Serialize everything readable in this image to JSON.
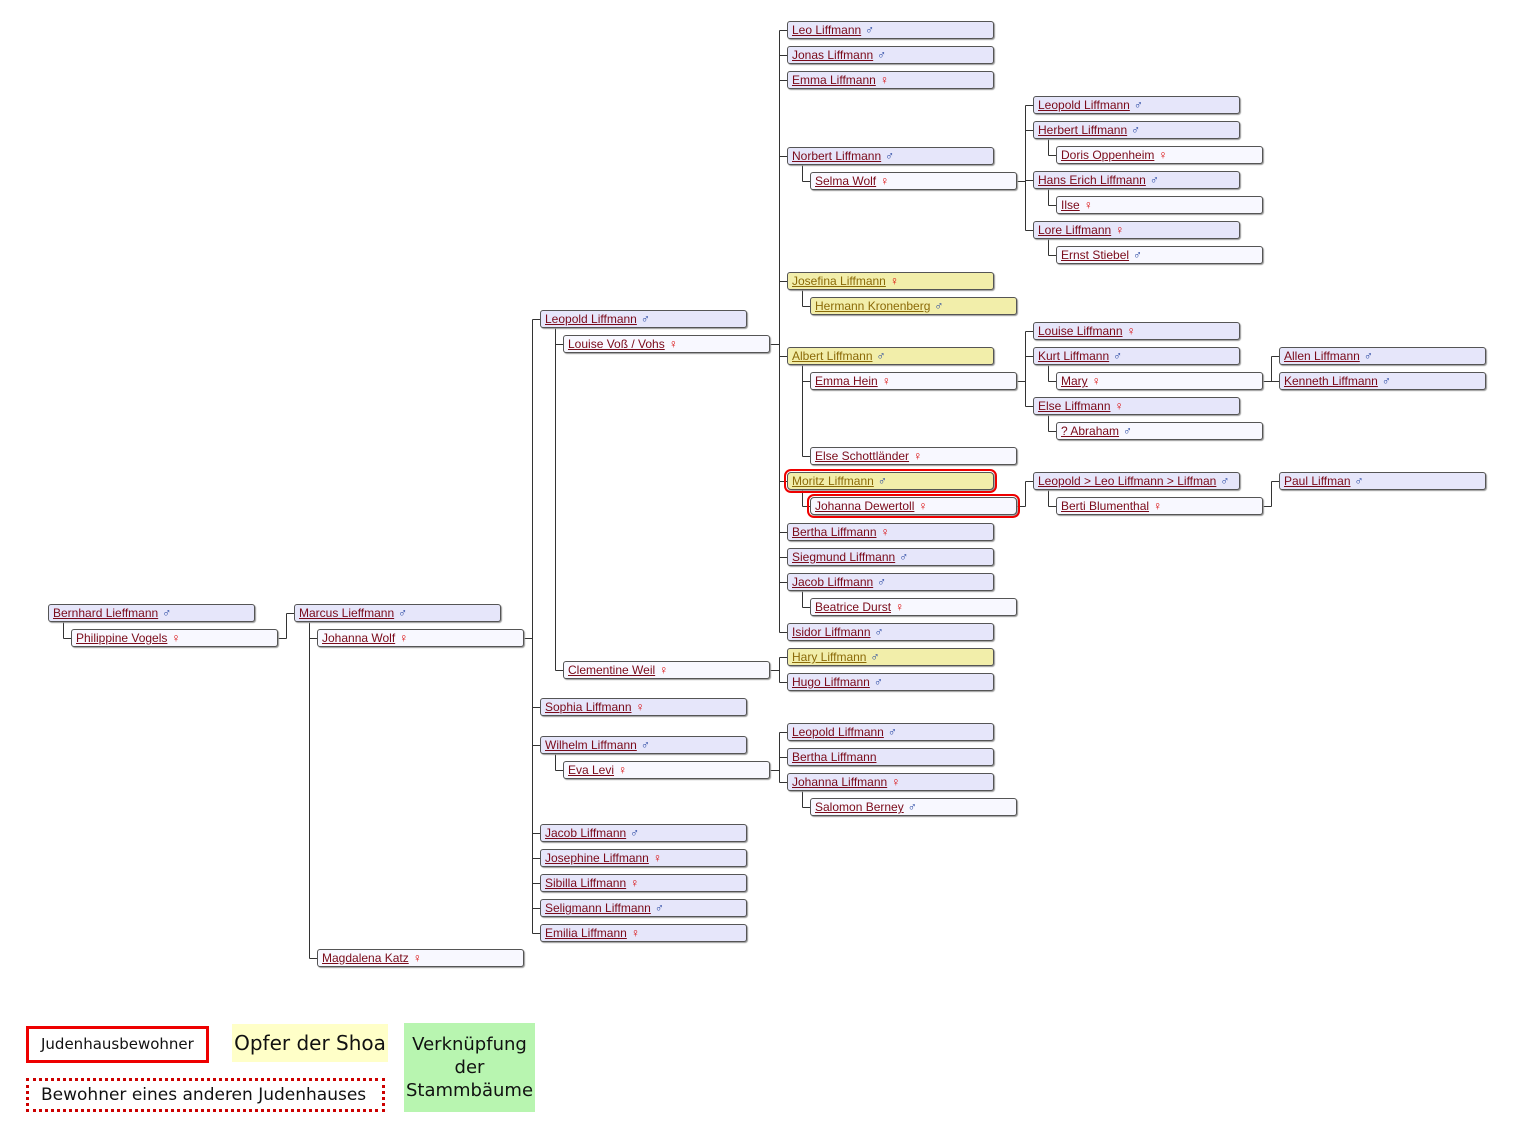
{
  "colors": {
    "relative_box": "#e6e6fa",
    "spouse_box": "#f8f8ff",
    "shoa_box": "#f2eeaa",
    "judenhaus_border": "#e00000",
    "link_text": "#7a0a1a",
    "male_symbol": "#1a3c9c",
    "female_symbol": "#d80000",
    "linkage_legend": "#b8f5b0"
  },
  "gender_symbols": {
    "m": "♂",
    "f": "♀"
  },
  "persons": [
    {
      "id": "p1",
      "name": "Bernhard Lieffmann",
      "gender": "m",
      "role": "relative"
    },
    {
      "id": "p2",
      "name": "Philippine Vogels",
      "gender": "f",
      "role": "spouse"
    },
    {
      "id": "p3",
      "name": "Marcus Lieffmann",
      "gender": "m",
      "role": "relative"
    },
    {
      "id": "p4",
      "name": "Johanna Wolf",
      "gender": "f",
      "role": "spouse"
    },
    {
      "id": "p5",
      "name": "Magdalena Katz",
      "gender": "f",
      "role": "spouse"
    },
    {
      "id": "p6",
      "name": "Leopold Liffmann",
      "gender": "m",
      "role": "relative"
    },
    {
      "id": "p7",
      "name": "Louise Voß / Vohs",
      "gender": "f",
      "role": "spouse"
    },
    {
      "id": "p8",
      "name": "Clementine Weil",
      "gender": "f",
      "role": "spouse"
    },
    {
      "id": "p9",
      "name": "Sophia Liffmann",
      "gender": "f",
      "role": "relative"
    },
    {
      "id": "p10",
      "name": "Wilhelm Liffmann",
      "gender": "m",
      "role": "relative"
    },
    {
      "id": "p11",
      "name": "Eva Levi",
      "gender": "f",
      "role": "spouse"
    },
    {
      "id": "p12",
      "name": "Jacob Liffmann",
      "gender": "m",
      "role": "relative"
    },
    {
      "id": "p13",
      "name": "Josephine Liffmann",
      "gender": "f",
      "role": "relative"
    },
    {
      "id": "p14",
      "name": "Sibilla Liffmann",
      "gender": "f",
      "role": "relative"
    },
    {
      "id": "p15",
      "name": "Seligmann Liffmann",
      "gender": "m",
      "role": "relative"
    },
    {
      "id": "p16",
      "name": "Emilia Liffmann",
      "gender": "f",
      "role": "relative"
    },
    {
      "id": "p17",
      "name": "Leo Liffmann",
      "gender": "m",
      "role": "relative"
    },
    {
      "id": "p18",
      "name": "Jonas Liffmann",
      "gender": "m",
      "role": "relative"
    },
    {
      "id": "p19",
      "name": "Emma Liffmann",
      "gender": "f",
      "role": "relative"
    },
    {
      "id": "p20",
      "name": "Norbert Liffmann",
      "gender": "m",
      "role": "relative"
    },
    {
      "id": "p21",
      "name": "Selma Wolf",
      "gender": "f",
      "role": "spouse"
    },
    {
      "id": "p22",
      "name": "Josefina Liffmann",
      "gender": "f",
      "role": "relative",
      "shoa": true
    },
    {
      "id": "p23",
      "name": "Hermann Kronenberg",
      "gender": "m",
      "role": "spouse",
      "shoa": true
    },
    {
      "id": "p24",
      "name": "Albert Liffmann",
      "gender": "m",
      "role": "relative",
      "shoa": true
    },
    {
      "id": "p25",
      "name": "Emma Hein",
      "gender": "f",
      "role": "spouse"
    },
    {
      "id": "p26",
      "name": "Else Schottländer",
      "gender": "f",
      "role": "spouse"
    },
    {
      "id": "p27",
      "name": "Moritz Liffmann",
      "gender": "m",
      "role": "relative",
      "shoa": true,
      "judenhaus": true
    },
    {
      "id": "p28",
      "name": "Johanna Dewertoll",
      "gender": "f",
      "role": "spouse",
      "judenhaus": true
    },
    {
      "id": "p29",
      "name": "Bertha Liffmann",
      "gender": "f",
      "role": "relative"
    },
    {
      "id": "p30",
      "name": "Siegmund Liffmann",
      "gender": "m",
      "role": "relative"
    },
    {
      "id": "p31",
      "name": "Jacob Liffmann",
      "gender": "m",
      "role": "relative"
    },
    {
      "id": "p32",
      "name": "Beatrice Durst",
      "gender": "f",
      "role": "spouse"
    },
    {
      "id": "p33",
      "name": "Isidor Liffmann",
      "gender": "m",
      "role": "relative"
    },
    {
      "id": "p34",
      "name": "Hary Liffmann",
      "gender": "m",
      "role": "relative",
      "shoa": true
    },
    {
      "id": "p35",
      "name": "Hugo Liffmann",
      "gender": "m",
      "role": "relative"
    },
    {
      "id": "p36",
      "name": "Leopold Liffmann",
      "gender": "m",
      "role": "relative"
    },
    {
      "id": "p37",
      "name": "Bertha Liffmann",
      "gender": "",
      "role": "relative"
    },
    {
      "id": "p38",
      "name": "Johanna Liffmann",
      "gender": "f",
      "role": "relative"
    },
    {
      "id": "p39",
      "name": "Salomon Berney",
      "gender": "m",
      "role": "spouse"
    },
    {
      "id": "p40",
      "name": "Leopold Liffmann",
      "gender": "m",
      "role": "relative"
    },
    {
      "id": "p41",
      "name": "Herbert Liffmann",
      "gender": "m",
      "role": "relative"
    },
    {
      "id": "p42",
      "name": "Doris Oppenheim",
      "gender": "f",
      "role": "spouse"
    },
    {
      "id": "p43",
      "name": "Hans Erich Liffmann",
      "gender": "m",
      "role": "relative"
    },
    {
      "id": "p44",
      "name": "Ilse",
      "gender": "f",
      "role": "spouse"
    },
    {
      "id": "p45",
      "name": "Lore Liffmann",
      "gender": "f",
      "role": "relative"
    },
    {
      "id": "p46",
      "name": "Ernst Stiebel",
      "gender": "m",
      "role": "spouse"
    },
    {
      "id": "p47",
      "name": "Louise Liffmann",
      "gender": "f",
      "role": "relative"
    },
    {
      "id": "p48",
      "name": "Kurt Liffmann",
      "gender": "m",
      "role": "relative"
    },
    {
      "id": "p49",
      "name": "Mary",
      "gender": "f",
      "role": "spouse"
    },
    {
      "id": "p50",
      "name": "Else Liffmann",
      "gender": "f",
      "role": "relative"
    },
    {
      "id": "p51",
      "name": "? Abraham",
      "gender": "m",
      "role": "spouse"
    },
    {
      "id": "p52",
      "name": "Leopold > Leo Liffmann > Liffman",
      "gender": "m",
      "role": "relative"
    },
    {
      "id": "p53",
      "name": "Berti Blumenthal",
      "gender": "f",
      "role": "spouse"
    },
    {
      "id": "p54",
      "name": "Allen Liffmann",
      "gender": "m",
      "role": "relative"
    },
    {
      "id": "p55",
      "name": "Kenneth Liffmann",
      "gender": "m",
      "role": "relative"
    },
    {
      "id": "p56",
      "name": "Paul Liffman",
      "gender": "m",
      "role": "relative"
    }
  ],
  "marriages": [
    {
      "person": "p1",
      "spouses": [
        "p2"
      ]
    },
    {
      "person": "p3",
      "spouses": [
        "p4",
        "p5"
      ]
    },
    {
      "person": "p6",
      "spouses": [
        "p7",
        "p8"
      ]
    },
    {
      "person": "p10",
      "spouses": [
        "p11"
      ]
    },
    {
      "person": "p20",
      "spouses": [
        "p21"
      ]
    },
    {
      "person": "p22",
      "spouses": [
        "p23"
      ]
    },
    {
      "person": "p24",
      "spouses": [
        "p25",
        "p26"
      ]
    },
    {
      "person": "p27",
      "spouses": [
        "p28"
      ]
    },
    {
      "person": "p31",
      "spouses": [
        "p32"
      ]
    },
    {
      "person": "p38",
      "spouses": [
        "p39"
      ]
    },
    {
      "person": "p41",
      "spouses": [
        "p42"
      ]
    },
    {
      "person": "p43",
      "spouses": [
        "p44"
      ]
    },
    {
      "person": "p45",
      "spouses": [
        "p46"
      ]
    },
    {
      "person": "p48",
      "spouses": [
        "p49"
      ]
    },
    {
      "person": "p50",
      "spouses": [
        "p51"
      ]
    },
    {
      "person": "p52",
      "spouses": [
        "p53"
      ]
    }
  ],
  "families": [
    {
      "parents": [
        "p1",
        "p2"
      ],
      "children": [
        "p3"
      ]
    },
    {
      "parents": [
        "p3",
        "p4"
      ],
      "children": [
        "p6",
        "p9",
        "p10",
        "p12",
        "p13",
        "p14",
        "p15",
        "p16"
      ]
    },
    {
      "parents": [
        "p6",
        "p7"
      ],
      "children": [
        "p17",
        "p18",
        "p19",
        "p20",
        "p22",
        "p24",
        "p27",
        "p29",
        "p30",
        "p31",
        "p33"
      ]
    },
    {
      "parents": [
        "p6",
        "p8"
      ],
      "children": [
        "p34",
        "p35"
      ]
    },
    {
      "parents": [
        "p10",
        "p11"
      ],
      "children": [
        "p36",
        "p37",
        "p38"
      ]
    },
    {
      "parents": [
        "p20",
        "p21"
      ],
      "children": [
        "p40",
        "p41",
        "p43",
        "p45"
      ]
    },
    {
      "parents": [
        "p24",
        "p25"
      ],
      "children": [
        "p47",
        "p48",
        "p50"
      ]
    },
    {
      "parents": [
        "p27",
        "p28"
      ],
      "children": [
        "p52"
      ]
    },
    {
      "parents": [
        "p48",
        "p49"
      ],
      "children": [
        "p54",
        "p55"
      ]
    },
    {
      "parents": [
        "p52",
        "p53"
      ],
      "children": [
        "p56"
      ]
    }
  ],
  "legend": {
    "judenhaus": "Judenhausbewohner",
    "shoa": "Opfer der Shoa",
    "other_judenhaus": "Bewohner eines anderen Judenhauses",
    "linkage": "Verknüpfung der Stammbäume"
  }
}
